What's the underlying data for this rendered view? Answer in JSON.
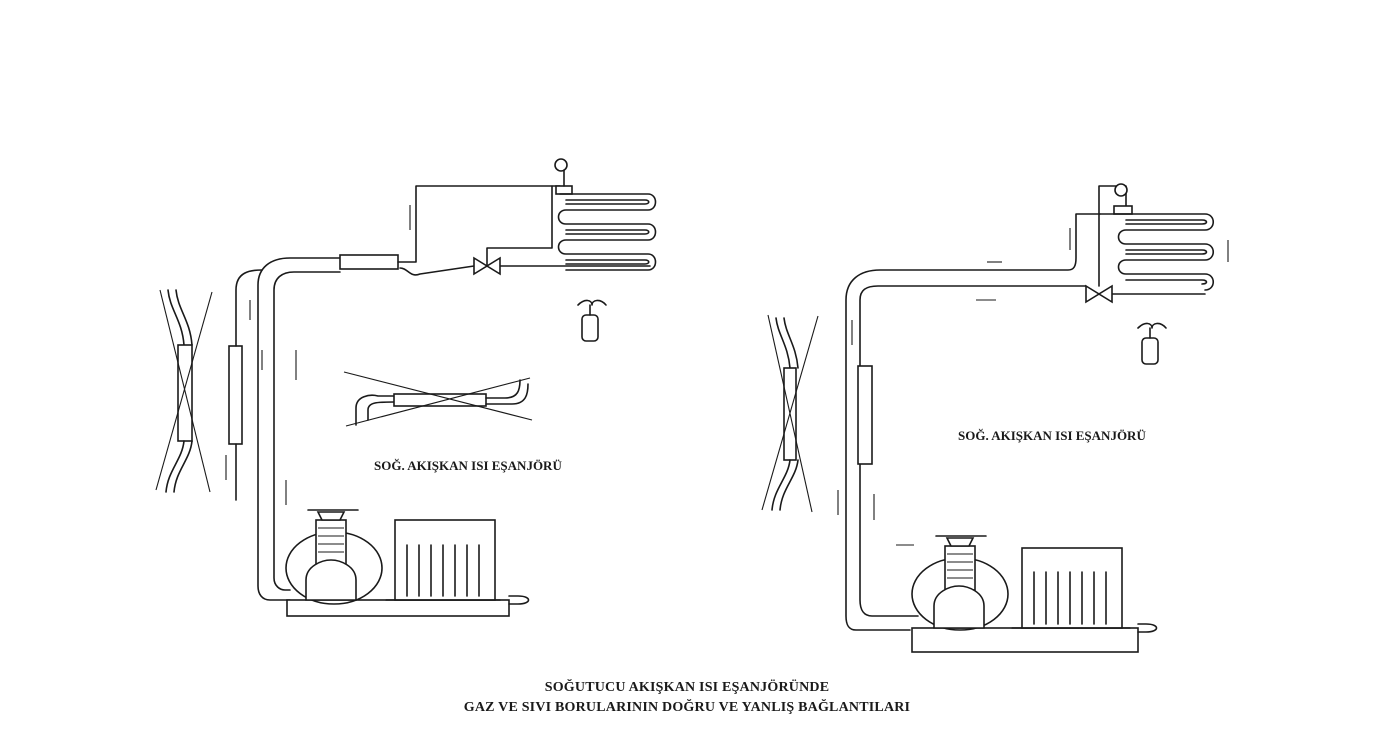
{
  "diagram": {
    "left_panel_label": "SOĞ. AKIŞKAN ISI EŞANJÖRÜ",
    "right_panel_label": "SOĞ. AKIŞKAN ISI EŞANJÖRÜ"
  },
  "caption": {
    "line1": "SOĞUTUCU AKIŞKAN ISI EŞANJÖRÜNDE",
    "line2": "GAZ VE SIVI BORULARININ DOĞRU VE YANLIŞ BAĞLANTILARI"
  }
}
